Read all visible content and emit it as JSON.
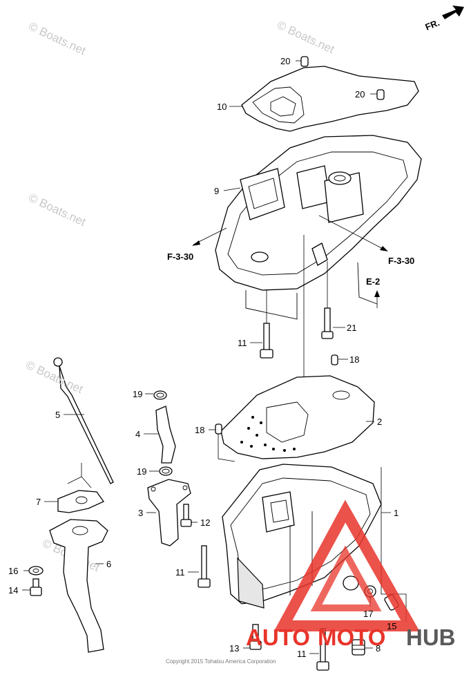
{
  "brand": {
    "watermark": "© Boats.net",
    "copyright": "Copyright 2015 Tohatsu America Corporation",
    "logo_word_1": "AUTO",
    "logo_word_2": "MOTO",
    "logo_word_3": "HUB",
    "colors": {
      "logo_red": "#e8342a",
      "logo_grey": "#5a5a5a",
      "watermark": "#c8c8c8"
    }
  },
  "direction_label": "FR.",
  "references": [
    "F-3-30",
    "F-3-30",
    "E-2"
  ],
  "callouts": [
    {
      "id": "c20a",
      "num": "20"
    },
    {
      "id": "c20b",
      "num": "20"
    },
    {
      "id": "c10",
      "num": "10"
    },
    {
      "id": "c9",
      "num": "9"
    },
    {
      "id": "c11a",
      "num": "11"
    },
    {
      "id": "c21",
      "num": "21"
    },
    {
      "id": "c18a",
      "num": "18"
    },
    {
      "id": "c2",
      "num": "2"
    },
    {
      "id": "c18b",
      "num": "18"
    },
    {
      "id": "c5",
      "num": "5"
    },
    {
      "id": "c19a",
      "num": "19"
    },
    {
      "id": "c4",
      "num": "4"
    },
    {
      "id": "c19b",
      "num": "19"
    },
    {
      "id": "c7",
      "num": "7"
    },
    {
      "id": "c3",
      "num": "3"
    },
    {
      "id": "c12",
      "num": "12"
    },
    {
      "id": "c1",
      "num": "1"
    },
    {
      "id": "c6",
      "num": "6"
    },
    {
      "id": "c16",
      "num": "16"
    },
    {
      "id": "c14",
      "num": "14"
    },
    {
      "id": "c11b",
      "num": "11"
    },
    {
      "id": "c17",
      "num": "17"
    },
    {
      "id": "c15",
      "num": "15"
    },
    {
      "id": "c13",
      "num": "13"
    },
    {
      "id": "c11c",
      "num": "11"
    },
    {
      "id": "c8",
      "num": "8"
    }
  ]
}
